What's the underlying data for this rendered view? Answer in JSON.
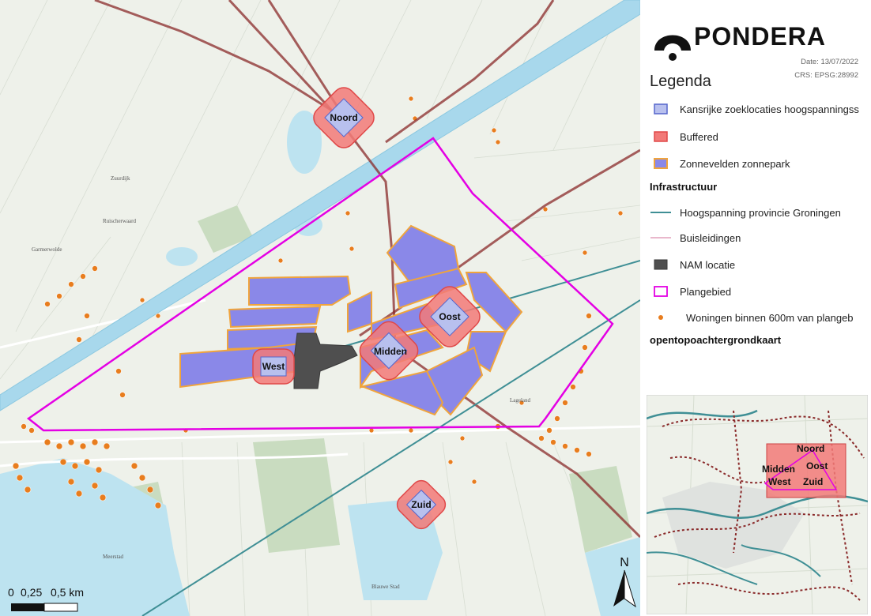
{
  "brand": {
    "name": "PONDERA",
    "date": "Date: 13/07/2022",
    "crs": "CRS: EPSG:28992"
  },
  "legend": {
    "title": "Legenda",
    "items": [
      {
        "label": "Kansrijke zoeklocaties hoogspanningss",
        "kind": "fill",
        "fill": "#b8c0ee",
        "stroke": "#5566cc"
      },
      {
        "label": "Buffered",
        "kind": "fill",
        "fill": "#f27a78",
        "stroke": "#e04848"
      },
      {
        "label": "Zonnevelden zonnepark",
        "kind": "fill",
        "fill": "#8a88e8",
        "stroke": "#f0a43c"
      }
    ],
    "infra_heading": "Infrastructuur",
    "infra_items": [
      {
        "label": "Hoogspanning provincie Groningen",
        "kind": "line",
        "color": "#3f8f95"
      },
      {
        "label": "Buisleidingen",
        "kind": "line",
        "color": "#e9b8cc"
      },
      {
        "label": "NAM locatie",
        "kind": "fill",
        "fill": "#4f4f4f",
        "stroke": "#3a3a3a"
      },
      {
        "label": "Plangebied",
        "kind": "fill",
        "fill": "#ffffff",
        "stroke": "#e400e4"
      },
      {
        "label": "Woningen binnen 600m van plangeb",
        "kind": "dot",
        "color": "#e87d1e"
      }
    ],
    "basemap_heading": "opentopoachtergrondkaart"
  },
  "map": {
    "locations": [
      "Noord",
      "Oost",
      "Midden",
      "West",
      "Zuid"
    ],
    "place_labels": [
      "Zuurdijk",
      "Garmerwolde",
      "Ruischerwaard",
      "Lageland",
      "Meerstad",
      "Blauwe Stad"
    ],
    "colors": {
      "plangebied": "#e400e4",
      "power_line": "#3f8f95",
      "pipeline": "#8a2a2a",
      "canal": "#a8d8ec",
      "water": "#bde3f0"
    }
  },
  "inset": {
    "labels": [
      "Noord",
      "Oost",
      "Midden",
      "West",
      "Zuid"
    ]
  },
  "scale": {
    "labels": [
      "0",
      "0,25",
      "0,5 km"
    ]
  },
  "north": "N"
}
